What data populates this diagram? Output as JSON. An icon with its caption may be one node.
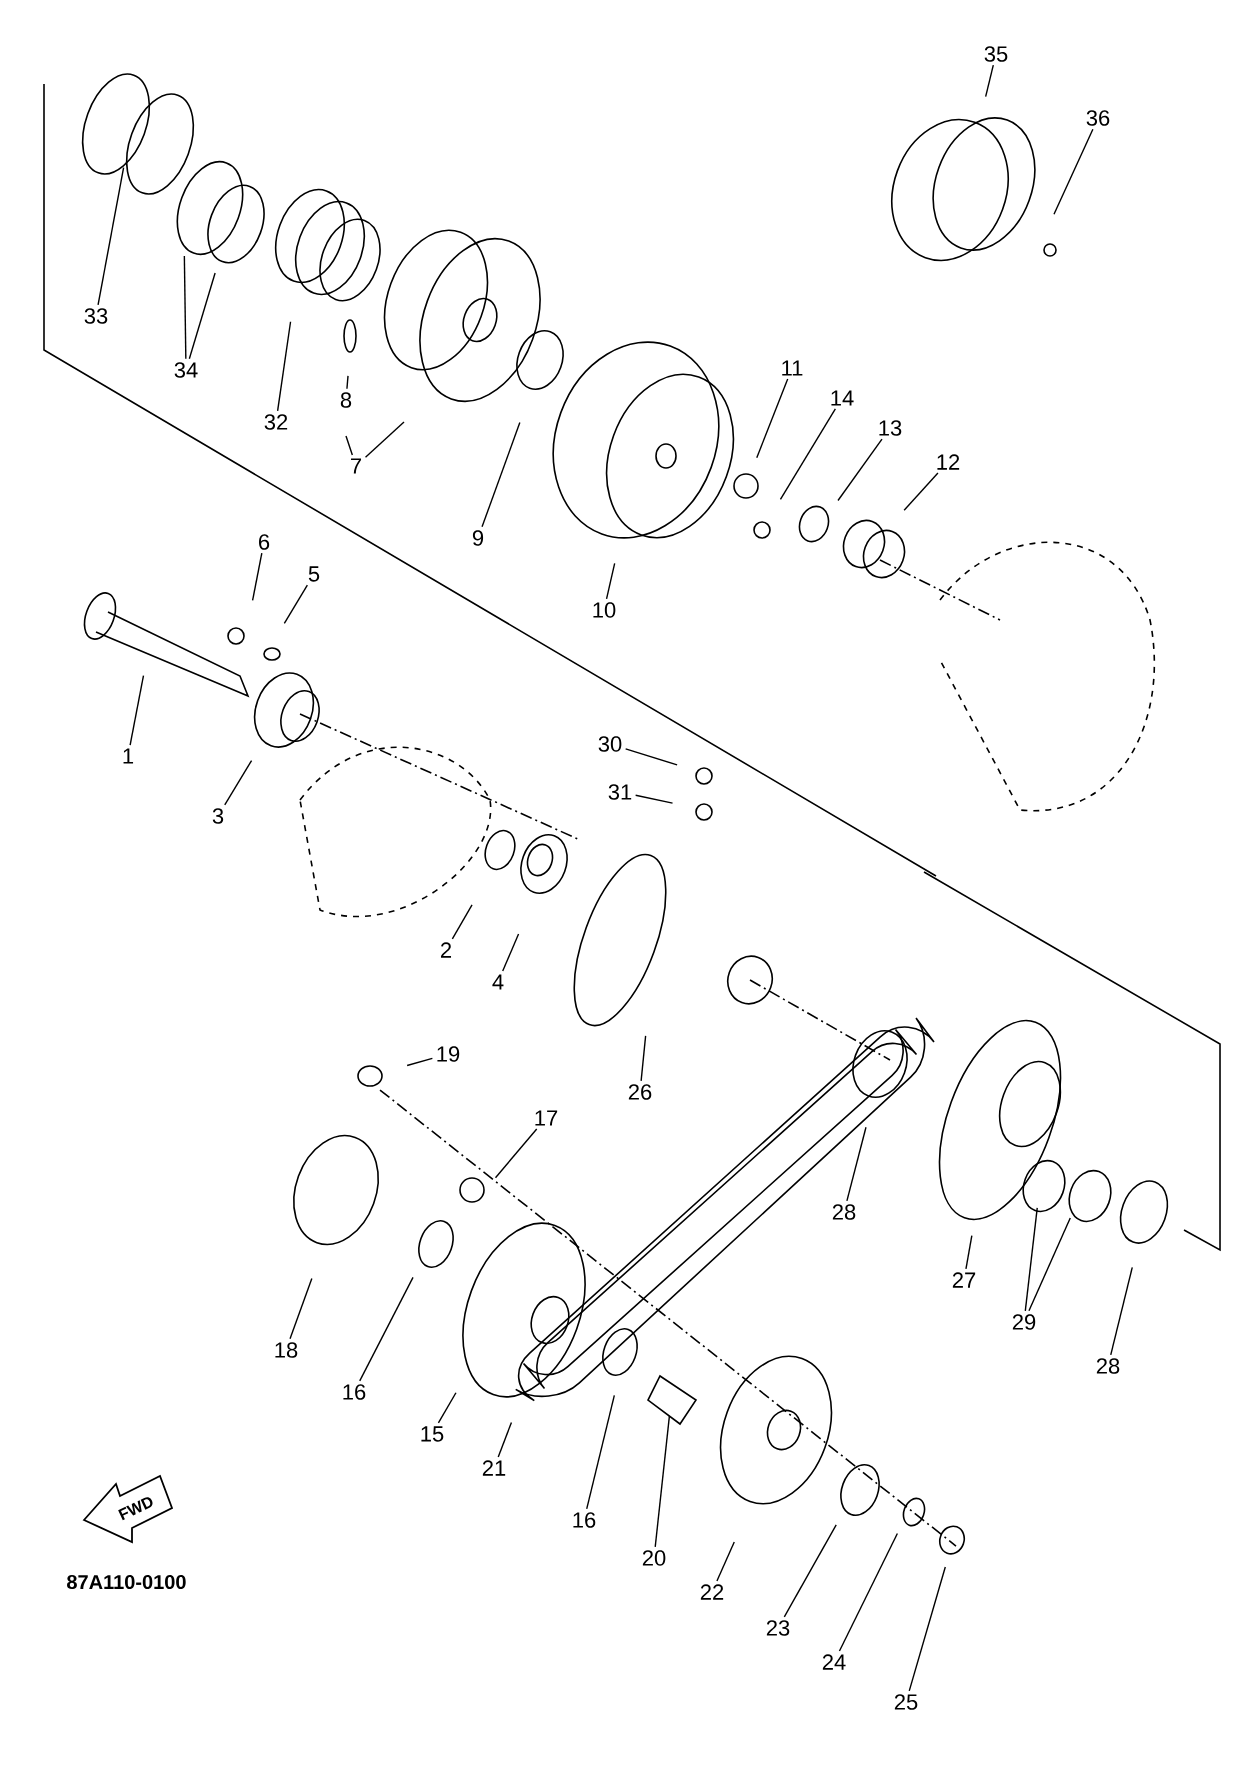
{
  "diagram": {
    "nodes": [
      {
        "text": [
          "35"
        ]
      },
      {
        "text": [
          "36"
        ]
      },
      {
        "text": [
          "33"
        ]
      },
      {
        "text": [
          "34"
        ]
      },
      {
        "text": [
          "32"
        ]
      },
      {
        "text": [
          "8"
        ]
      },
      {
        "text": [
          "7"
        ]
      },
      {
        "text": [
          "9"
        ]
      },
      {
        "text": [
          "10"
        ]
      },
      {
        "text": [
          "11"
        ]
      },
      {
        "text": [
          "14"
        ]
      },
      {
        "text": [
          "13"
        ]
      },
      {
        "text": [
          "12"
        ]
      },
      {
        "text": [
          "6"
        ]
      },
      {
        "text": [
          "5"
        ]
      },
      {
        "text": [
          "1"
        ]
      },
      {
        "text": [
          "3"
        ]
      },
      {
        "text": [
          "30"
        ]
      },
      {
        "text": [
          "31"
        ]
      },
      {
        "text": [
          "2"
        ]
      },
      {
        "text": [
          "4"
        ]
      },
      {
        "text": [
          "26"
        ]
      },
      {
        "text": [
          "19"
        ]
      },
      {
        "text": [
          "17"
        ]
      },
      {
        "text": [
          "28"
        ]
      },
      {
        "text": [
          "27"
        ]
      },
      {
        "text": [
          "29"
        ]
      },
      {
        "text": [
          "28"
        ]
      },
      {
        "text": [
          "18"
        ]
      },
      {
        "text": [
          "16"
        ]
      },
      {
        "text": [
          "15"
        ]
      },
      {
        "text": [
          "21"
        ]
      },
      {
        "text": [
          "16"
        ]
      },
      {
        "text": [
          "20"
        ]
      },
      {
        "text": [
          "22"
        ]
      },
      {
        "text": [
          "23"
        ]
      },
      {
        "text": [
          "24"
        ]
      },
      {
        "text": [
          "25"
        ]
      }
    ],
    "edges": [
      {
        "from": 0,
        "to": null,
        "arrow": "none"
      },
      {
        "from": 1,
        "to": null,
        "arrow": "none"
      },
      {
        "from": 2,
        "to": null,
        "arrow": "none"
      },
      {
        "from": 3,
        "to": null,
        "arrow": "none"
      },
      {
        "from": 3,
        "to": null,
        "arrow": "none"
      },
      {
        "from": 4,
        "to": null,
        "arrow": "none"
      },
      {
        "from": 5,
        "to": null,
        "arrow": "none"
      },
      {
        "from": 6,
        "to": null,
        "arrow": "none"
      },
      {
        "from": 6,
        "to": null,
        "arrow": "none"
      },
      {
        "from": 7,
        "to": null,
        "arrow": "none"
      },
      {
        "from": 8,
        "to": null,
        "arrow": "none"
      },
      {
        "from": 9,
        "to": null,
        "arrow": "none"
      },
      {
        "from": 10,
        "to": null,
        "arrow": "none"
      },
      {
        "from": 11,
        "to": null,
        "arrow": "none"
      },
      {
        "from": 12,
        "to": null,
        "arrow": "none"
      },
      {
        "from": 13,
        "to": null,
        "arrow": "none"
      },
      {
        "from": 14,
        "to": null,
        "arrow": "none"
      },
      {
        "from": 15,
        "to": null,
        "arrow": "none"
      },
      {
        "from": 16,
        "to": null,
        "arrow": "none"
      },
      {
        "from": 17,
        "to": null,
        "arrow": "none"
      },
      {
        "from": 18,
        "to": null,
        "arrow": "none"
      },
      {
        "from": 19,
        "to": null,
        "arrow": "none"
      },
      {
        "from": 20,
        "to": null,
        "arrow": "none"
      },
      {
        "from": 21,
        "to": null,
        "arrow": "none"
      },
      {
        "from": 22,
        "to": null,
        "arrow": "none"
      },
      {
        "from": 23,
        "to": null,
        "arrow": "none"
      },
      {
        "from": 24,
        "to": null,
        "arrow": "none"
      },
      {
        "from": 25,
        "to": null,
        "arrow": "none"
      },
      {
        "from": 26,
        "to": null,
        "arrow": "none"
      },
      {
        "from": 26,
        "to": null,
        "arrow": "none"
      },
      {
        "from": 27,
        "to": null,
        "arrow": "none"
      },
      {
        "from": 28,
        "to": null,
        "arrow": "none"
      },
      {
        "from": 29,
        "to": null,
        "arrow": "none"
      },
      {
        "from": 30,
        "to": null,
        "arrow": "none"
      },
      {
        "from": 31,
        "to": null,
        "arrow": "none"
      },
      {
        "from": 32,
        "to": null,
        "arrow": "none"
      },
      {
        "from": 33,
        "to": null,
        "arrow": "none"
      },
      {
        "from": 34,
        "to": null,
        "arrow": "none"
      },
      {
        "from": 35,
        "to": null,
        "arrow": "none"
      },
      {
        "from": 36,
        "to": null,
        "arrow": "none"
      },
      {
        "from": 37,
        "to": null,
        "arrow": "none"
      }
    ],
    "labels": [
      "FWD",
      "87A110-0100"
    ]
  }
}
